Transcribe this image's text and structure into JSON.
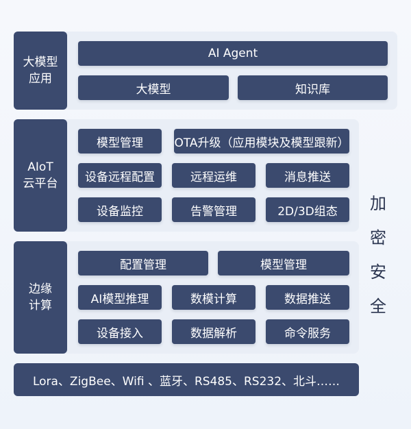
{
  "layers": {
    "llm_app": {
      "label_lines": [
        "大模型",
        "应用"
      ],
      "items": [
        "AI Agent",
        "大模型",
        "知识库"
      ]
    },
    "aiot_platform": {
      "label_lines": [
        "AIoT",
        "云平台"
      ],
      "items": [
        "模型管理",
        "OTA升级（应用模块及模型跟新）",
        "设备远程配置",
        "远程运维",
        "消息推送",
        "设备监控",
        "告警管理",
        "2D/3D组态"
      ]
    },
    "edge_computing": {
      "label_lines": [
        "边缘",
        "计算"
      ],
      "items": [
        "配置管理",
        "模型管理",
        "AI模型推理",
        "数模计算",
        "数据推送",
        "设备接入",
        "数据解析",
        "命令服务"
      ]
    }
  },
  "protocols": "Lora、ZigBee、Wifi 、蓝牙、RS485、RS232、北斗……",
  "security_chars": [
    "加",
    "密",
    "安",
    "全"
  ],
  "colors": {
    "box": "#3b4a6e",
    "panel": "#e9eef6",
    "text_light": "#ffffff",
    "text_dark": "#2b3550"
  }
}
